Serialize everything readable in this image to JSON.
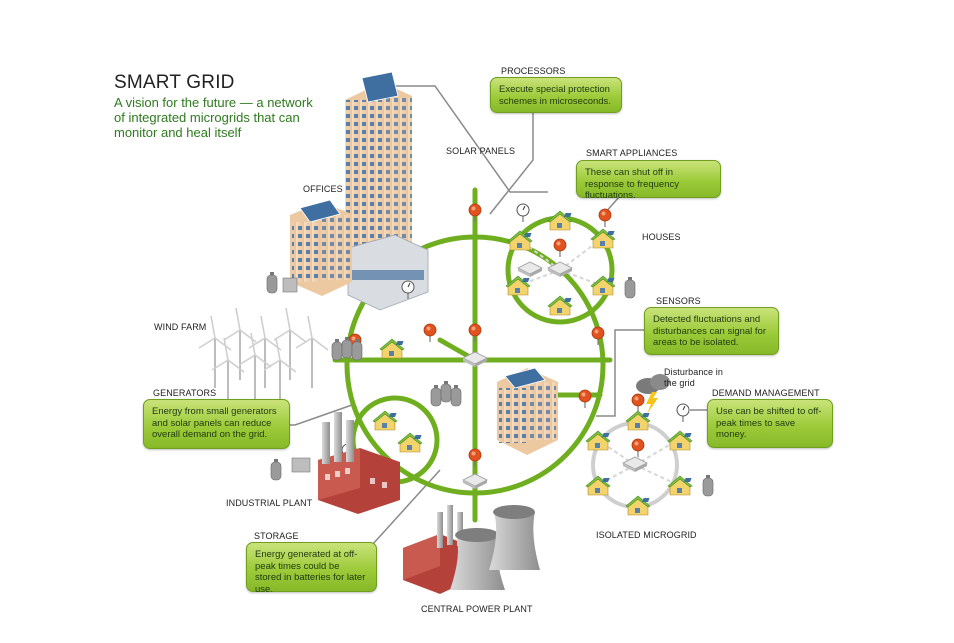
{
  "title": "SMART GRID",
  "subtitle": "A vision for the future — a network of integrated microgrids that can monitor and heal itself",
  "labels": {
    "processors": "PROCESSORS",
    "solar_panels": "SOLAR PANELS",
    "smart_appliances": "SMART APPLIANCES",
    "offices": "OFFICES",
    "houses": "HOUSES",
    "sensors": "SENSORS",
    "wind_farm": "WIND FARM",
    "generators": "GENERATORS",
    "disturbance": "Disturbance in the grid",
    "demand_management": "DEMAND MANAGEMENT",
    "industrial_plant": "INDUSTRIAL PLANT",
    "storage": "STORAGE",
    "isolated_microgrid": "ISOLATED MICROGRID",
    "central_power_plant": "CENTRAL POWER PLANT"
  },
  "callouts": {
    "processors": "Execute special protection schemes in microseconds.",
    "smart_appliances": "These can shut off in response to frequency fluctuations.",
    "sensors": "Detected fluctuations and disturbances can signal for areas to be isolated.",
    "generators": "Energy from small generators and solar panels can reduce overall demand on the grid.",
    "demand_management": "Use can be shifted to off-peak times to save money.",
    "storage": "Energy generated at off-peak times could be stored in batteries for later use."
  },
  "colors": {
    "grid_line": "#6fae1f",
    "callout_green": "#9dcb3a",
    "subtitle_green": "#2f7a1f",
    "sensor_red": "#e0521e",
    "leader_gray": "#8a8a8a"
  }
}
